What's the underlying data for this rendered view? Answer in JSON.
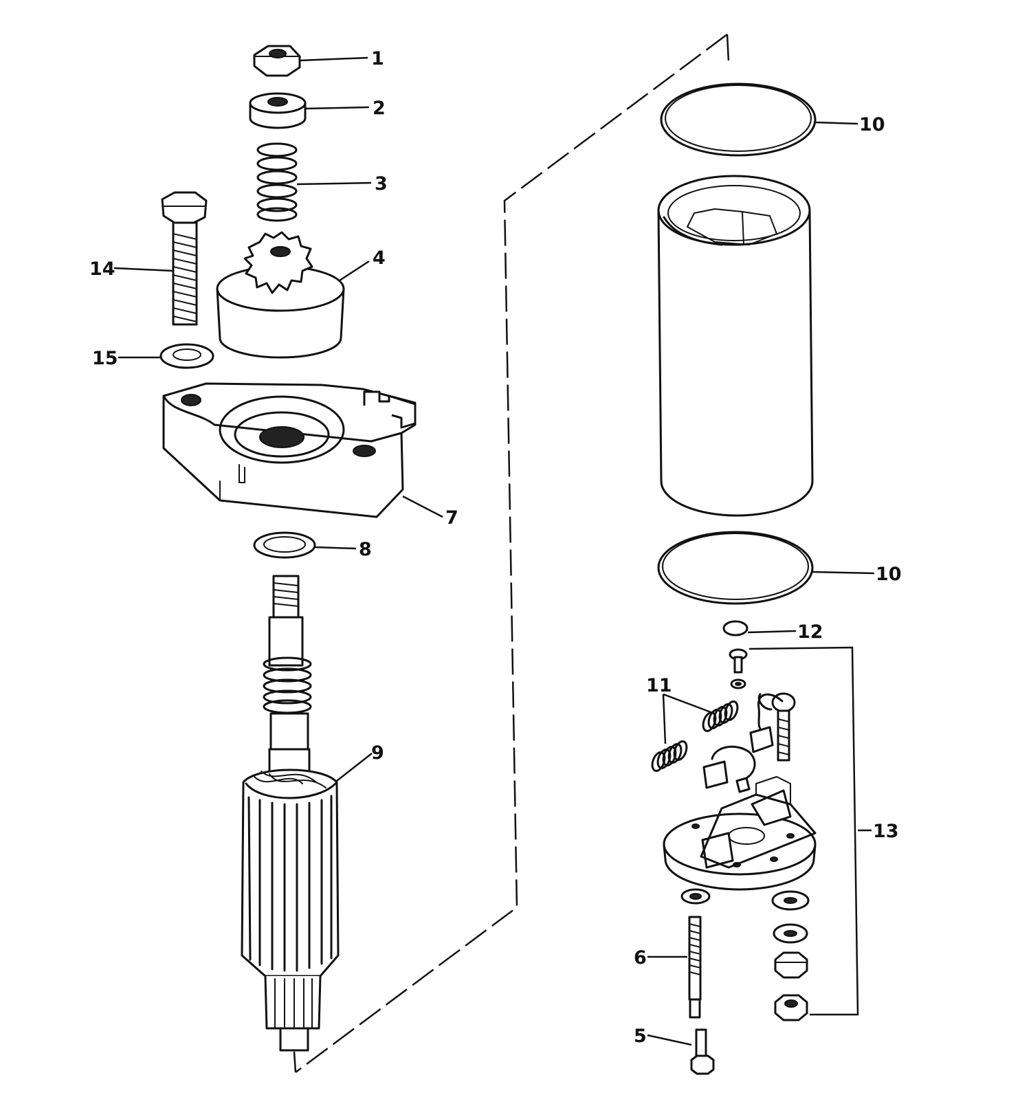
{
  "diagram": {
    "callouts": {
      "c1": "1",
      "c2": "2",
      "c3": "3",
      "c4": "4",
      "c5": "5",
      "c6": "6",
      "c7": "7",
      "c8": "8",
      "c9": "9",
      "c10a": "10",
      "c10b": "10",
      "c11": "11",
      "c12": "12",
      "c13": "13",
      "c14": "14",
      "c15": "15"
    }
  }
}
